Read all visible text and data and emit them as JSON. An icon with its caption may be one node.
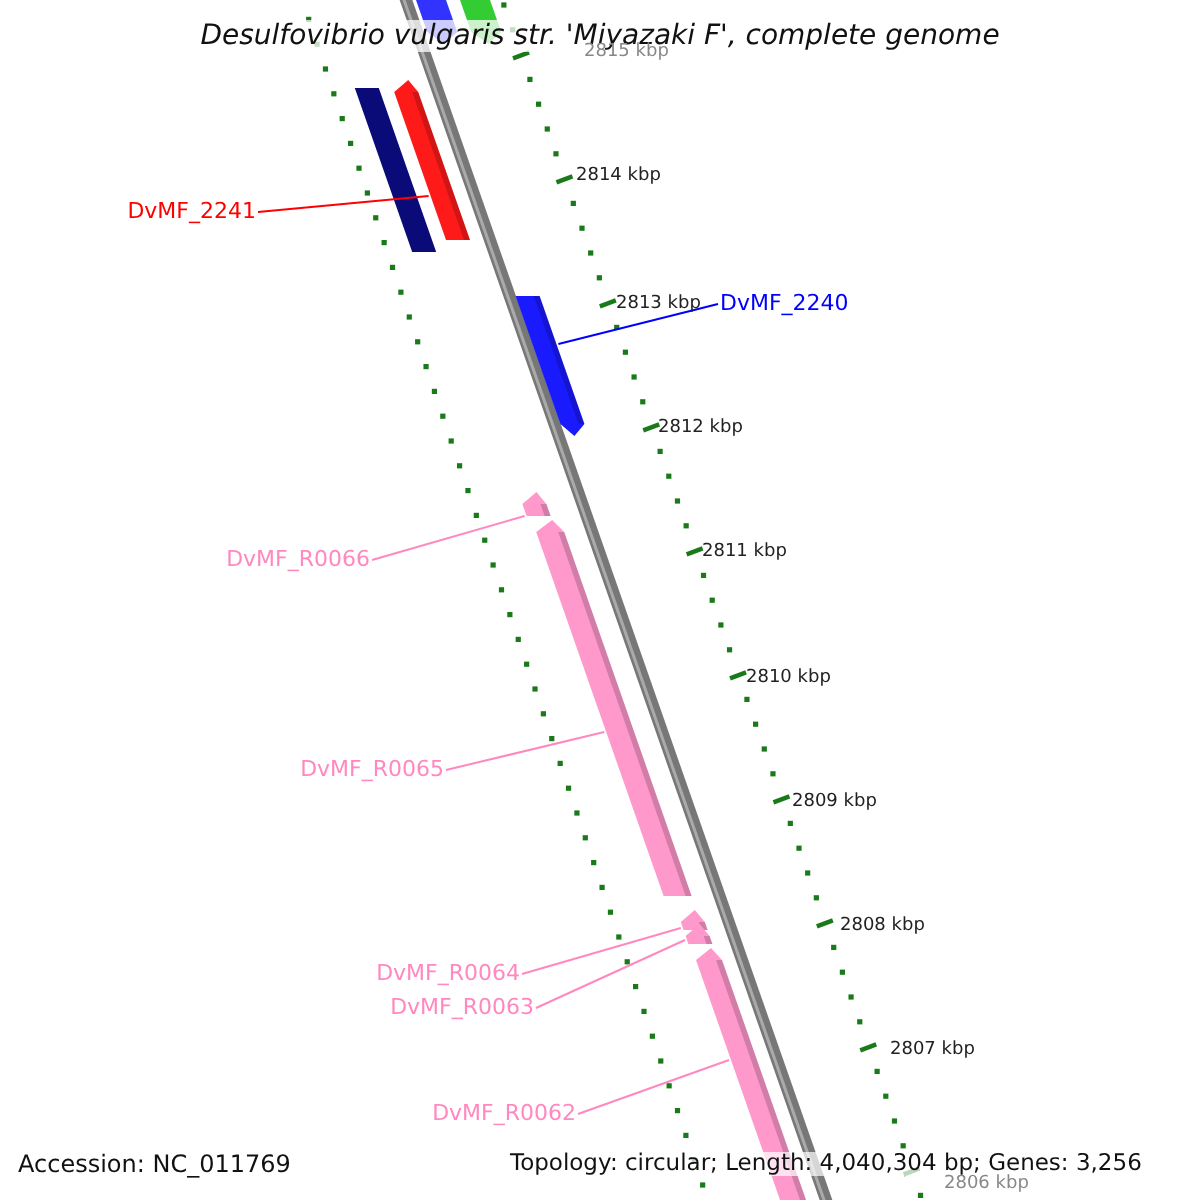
{
  "diagram": {
    "title": "Desulfovibrio vulgaris str. 'Miyazaki F', complete genome",
    "nodes": [
      {
        "text": [
          "DvMF_2241"
        ]
      },
      {
        "text": [],
        "shape": "bar"
      },
      {
        "text": [
          "DvMF_2240"
        ]
      },
      {
        "text": [],
        "shape": "bar"
      },
      {
        "text": [
          "DvMF_R0066"
        ]
      },
      {
        "text": [],
        "shape": "bar"
      },
      {
        "text": [
          "DvMF_R0065"
        ]
      },
      {
        "text": [],
        "shape": "bar"
      },
      {
        "text": [
          "DvMF_R0064"
        ]
      },
      {
        "text": [],
        "shape": "bar"
      },
      {
        "text": [
          "DvMF_R0063"
        ]
      },
      {
        "text": [],
        "shape": "bar"
      },
      {
        "text": [
          "DvMF_R0062"
        ]
      },
      {
        "text": [],
        "shape": "bar"
      }
    ],
    "edges": [
      {
        "from": 0,
        "to": 1,
        "arrow": "none",
        "color": "#ff0000"
      },
      {
        "from": 2,
        "to": 3,
        "arrow": "none",
        "color": "#0000ff"
      },
      {
        "from": 4,
        "to": 5,
        "arrow": "none"
      },
      {
        "from": 6,
        "to": 7,
        "arrow": "none"
      },
      {
        "from": 8,
        "to": 9,
        "arrow": "none"
      },
      {
        "from": 10,
        "to": 11,
        "arrow": "none"
      },
      {
        "from": 12,
        "to": 13,
        "arrow": "none"
      }
    ],
    "labels": [
      "2815 kbp",
      "2814 kbp",
      "2813 kbp",
      "2812 kbp",
      "2811 kbp",
      "2810 kbp",
      "2809 kbp",
      "2808 kbp",
      "2807 kbp",
      "Accession: NC_011769",
      "Topology: circular; Length: 4,040,304 bp; Genes: 3,256",
      "2806 kbp"
    ]
  }
}
